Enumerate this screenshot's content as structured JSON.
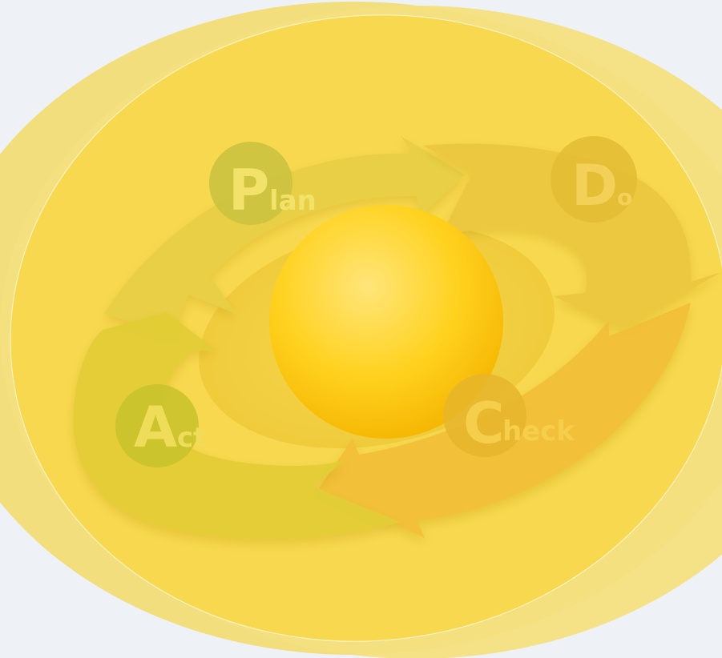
{
  "diagram": {
    "stages": [
      {
        "key": "plan",
        "letter": "P",
        "rest": "lan"
      },
      {
        "key": "do",
        "letter": "D",
        "rest": "o"
      },
      {
        "key": "check",
        "letter": "C",
        "rest": "heck"
      },
      {
        "key": "act",
        "letter": "A",
        "rest": "ct"
      }
    ]
  },
  "colors": {
    "background": "#eef2f6",
    "lens_left": "#f3de7d",
    "lens_right": "#f4df80",
    "center_overlap": "#f8d84e",
    "plan_arrow": "#e8cf45",
    "do_arrow": "#ecc840",
    "check_arrow": "#f2bf38",
    "act_arrow": "#e3cd36",
    "plan_badge": "#c9c23e",
    "do_badge": "#e3bc33",
    "check_badge": "#e6b52c",
    "act_badge": "#c8c22a",
    "sphere": "#ffcf1a"
  }
}
